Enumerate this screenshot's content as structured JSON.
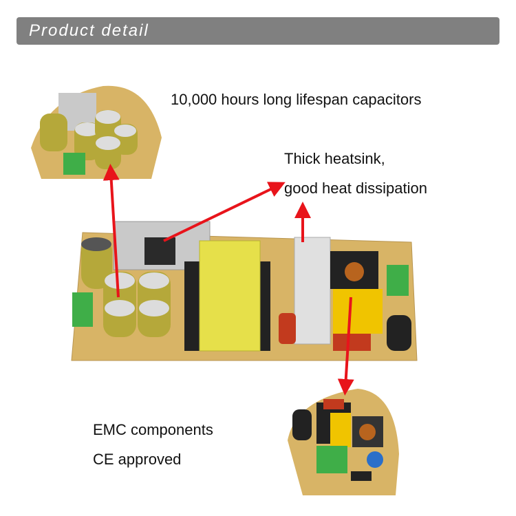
{
  "header": {
    "title": "Product detail"
  },
  "captions": {
    "capacitors": "10,000 hours long lifespan capacitors",
    "heatsink_line1": "Thick heatsink,",
    "heatsink_line2": "good heat dissipation",
    "emc_line1": "EMC components",
    "emc_line2": "CE approved"
  },
  "colors": {
    "header_bg": "#808080",
    "arrow": "#e8141b",
    "pcb": "#d8b466",
    "capacitor": "#b5a83a",
    "transformer": "#e6e04a"
  }
}
